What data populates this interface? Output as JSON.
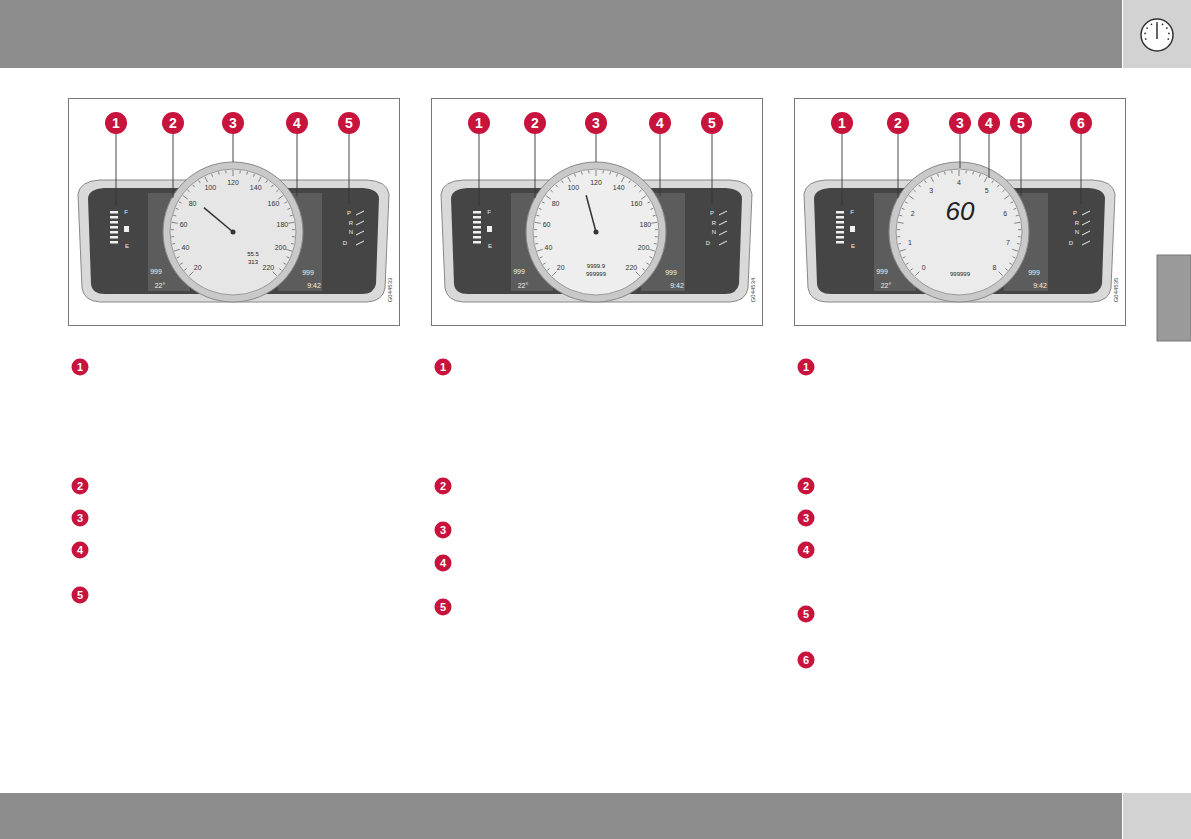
{
  "diagram": {
    "labels": [
      "1",
      "2",
      "3",
      "4",
      "5",
      "1",
      "2",
      "3",
      "4",
      "5",
      "G044533",
      "F",
      "E",
      "999",
      "22°",
      "999",
      "9:42",
      "P",
      "R",
      "N",
      "D",
      "55.5",
      "313",
      "20",
      "40",
      "60",
      "80",
      "100",
      "120",
      "140",
      "160",
      "180",
      "200",
      "220",
      "1",
      "2",
      "3",
      "4",
      "5",
      "1",
      "2",
      "3",
      "4",
      "5",
      "G044534",
      "F",
      "E",
      "999",
      "22°",
      "999",
      "9:42",
      "P",
      "R",
      "N",
      "D",
      "9999.9",
      "999999",
      "20",
      "40",
      "60",
      "80",
      "100",
      "120",
      "140",
      "160",
      "180",
      "200",
      "220",
      "1",
      "2",
      "3",
      "4",
      "5",
      "6",
      "1",
      "2",
      "3",
      "4",
      "5",
      "6",
      "G044535",
      "F",
      "E",
      "999",
      "22°",
      "999",
      "9:42",
      "P",
      "R",
      "N",
      "D",
      "60",
      "999999",
      "0",
      "1",
      "2",
      "3",
      "4",
      "5",
      "6",
      "7",
      "8"
    ]
  }
}
